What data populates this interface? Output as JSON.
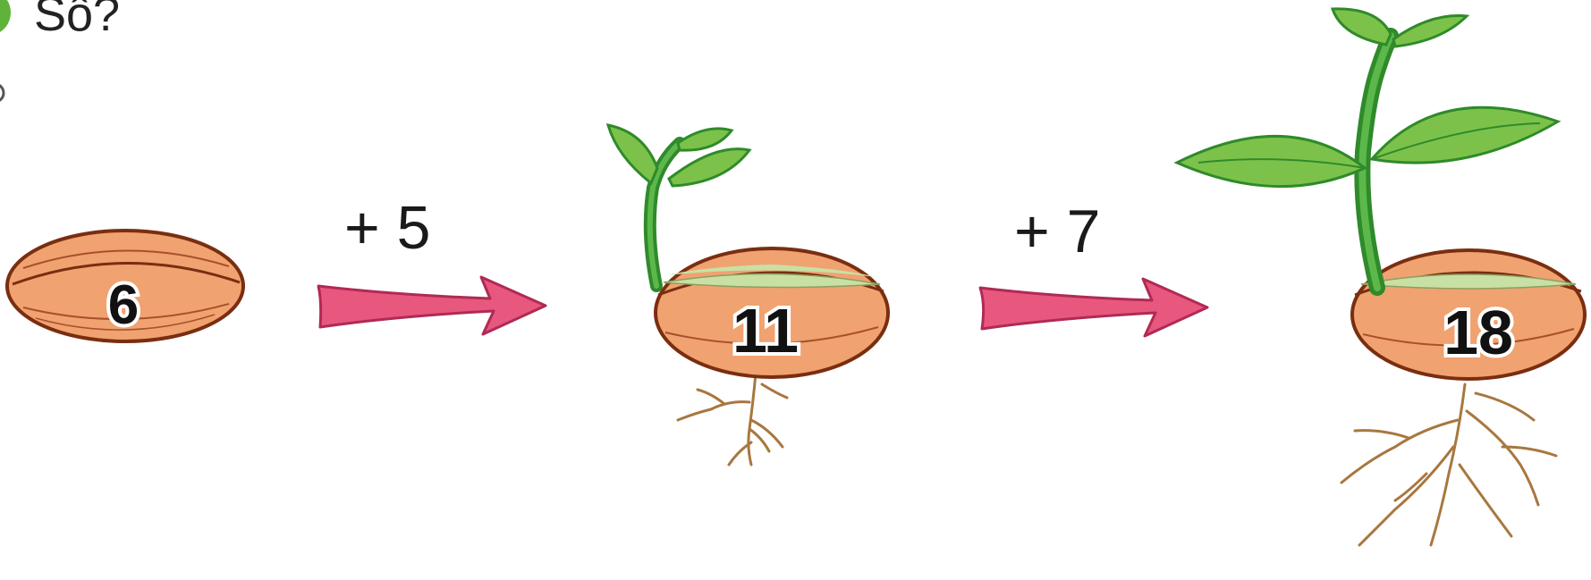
{
  "header": {
    "title": "Số?"
  },
  "diagram": {
    "stages": [
      {
        "value": "6",
        "stage": "seed"
      },
      {
        "value": "11",
        "stage": "sprout"
      },
      {
        "value": "18",
        "stage": "seedling"
      }
    ],
    "steps": [
      {
        "label": "+ 5"
      },
      {
        "label": "+ 7"
      }
    ]
  },
  "colors": {
    "seed_fill": "#f0a270",
    "seed_outline": "#7a2e10",
    "arrow_fill": "#e8577d",
    "arrow_outline": "#b02a55",
    "leaf": "#7cc24a",
    "leaf_dark": "#2f8a2a",
    "stem": "#3c9a38",
    "root": "#a8773f",
    "badge_green": "#5fb33b"
  }
}
